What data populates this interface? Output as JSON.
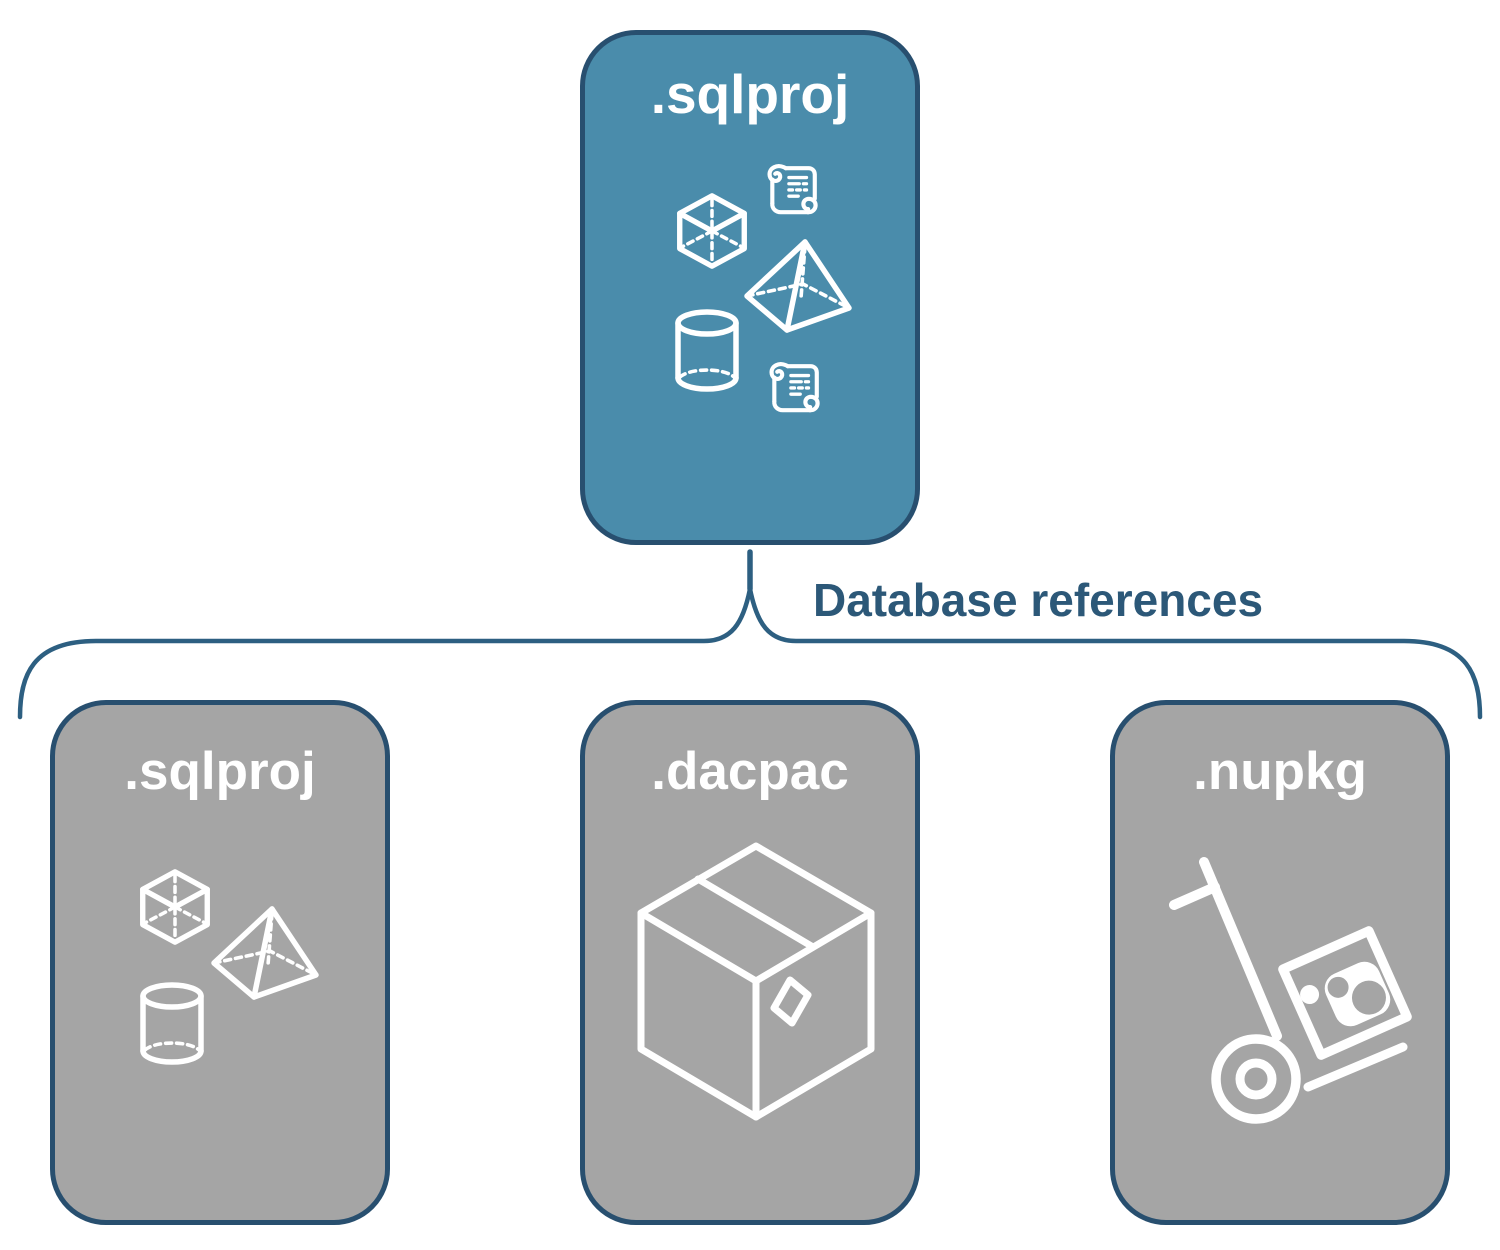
{
  "colors": {
    "accent_blue": "#4A8CAB",
    "node_gray": "#A5A5A5",
    "node_border": "#284F6F",
    "connector": "#2D5F81",
    "label_text": "#2C5878",
    "icon_white": "#FFFFFF",
    "background": "#FFFFFF"
  },
  "diagram": {
    "root": {
      "label": ".sqlproj",
      "icons": [
        "cube-icon",
        "scroll-icon",
        "pyramid-icon",
        "cylinder-icon",
        "scroll-icon"
      ]
    },
    "connector_label": "Database references",
    "children": [
      {
        "label": ".sqlproj",
        "icons": [
          "cube-icon",
          "pyramid-icon",
          "cylinder-icon"
        ]
      },
      {
        "label": ".dacpac",
        "icons": [
          "package-box-icon"
        ]
      },
      {
        "label": ".nupkg",
        "icons": [
          "nuget-handtruck-icon"
        ]
      }
    ]
  }
}
